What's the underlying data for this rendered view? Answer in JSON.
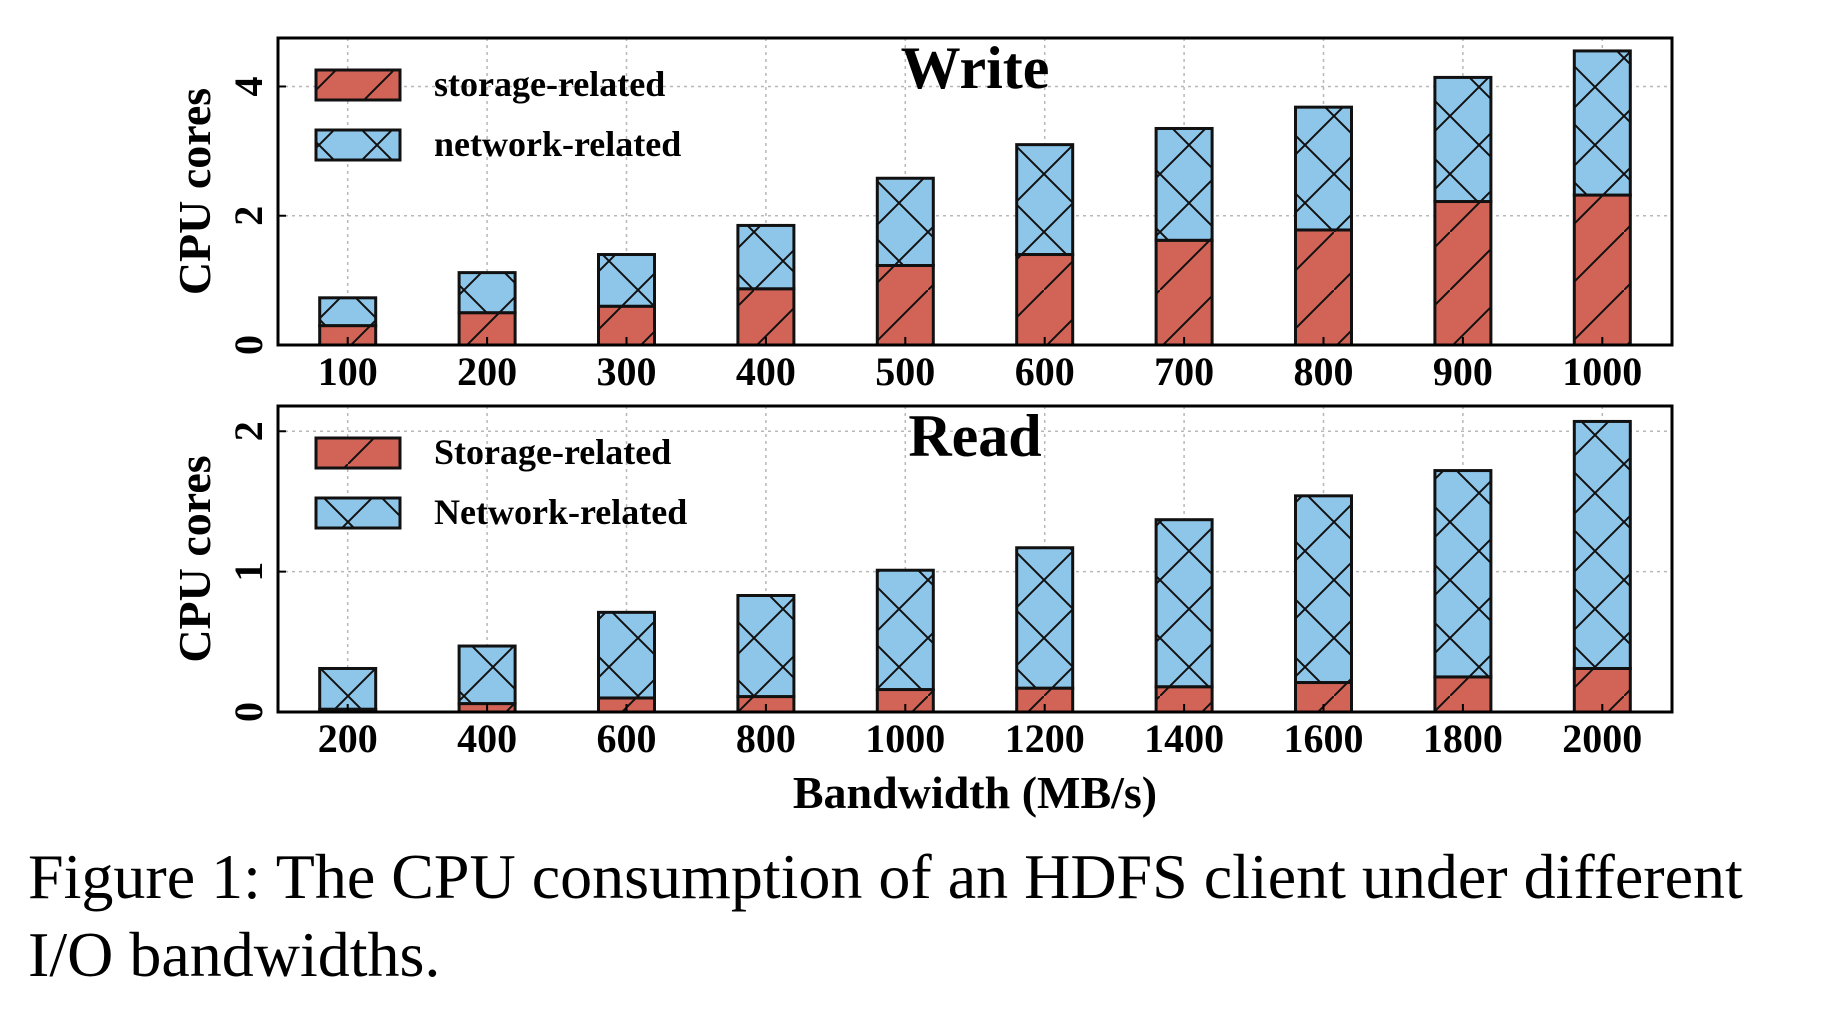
{
  "colors": {
    "storage": "#d26457",
    "network": "#8ec6ea",
    "edge": "#111111",
    "grid": "#b8b8b8"
  },
  "chart_data": [
    {
      "type": "bar",
      "stacked": true,
      "title": "Write",
      "xlabel": "",
      "ylabel": "CPU cores",
      "categories": [
        "100",
        "200",
        "300",
        "400",
        "500",
        "600",
        "700",
        "800",
        "900",
        "1000"
      ],
      "ylim": [
        0,
        4.75
      ],
      "yticks": [
        0,
        2,
        4
      ],
      "grid": true,
      "legend_position": "top-left",
      "series": [
        {
          "name": "storage-related",
          "color_key": "storage",
          "hatch": "diagonal",
          "values": [
            0.3,
            0.5,
            0.6,
            0.87,
            1.23,
            1.4,
            1.62,
            1.78,
            2.22,
            2.32
          ]
        },
        {
          "name": "network-related",
          "color_key": "network",
          "hatch": "cross",
          "values": [
            0.43,
            0.62,
            0.8,
            0.98,
            1.35,
            1.7,
            1.73,
            1.9,
            1.92,
            2.23
          ]
        }
      ]
    },
    {
      "type": "bar",
      "stacked": true,
      "title": "Read",
      "xlabel": "Bandwidth (MB/s)",
      "ylabel": "CPU cores",
      "categories": [
        "200",
        "400",
        "600",
        "800",
        "1000",
        "1200",
        "1400",
        "1600",
        "1800",
        "2000"
      ],
      "ylim": [
        0,
        2.18
      ],
      "yticks": [
        0,
        1,
        2
      ],
      "grid": true,
      "legend_position": "top-left",
      "series": [
        {
          "name": "Storage-related",
          "color_key": "storage",
          "hatch": "diagonal",
          "values": [
            0.02,
            0.06,
            0.1,
            0.11,
            0.16,
            0.17,
            0.18,
            0.21,
            0.25,
            0.31
          ]
        },
        {
          "name": "Network-related",
          "color_key": "network",
          "hatch": "cross",
          "values": [
            0.29,
            0.41,
            0.61,
            0.72,
            0.85,
            1.0,
            1.19,
            1.33,
            1.47,
            1.76
          ]
        }
      ]
    }
  ],
  "caption": "Figure 1: The CPU consumption of an HDFS client under different I/O bandwidths."
}
